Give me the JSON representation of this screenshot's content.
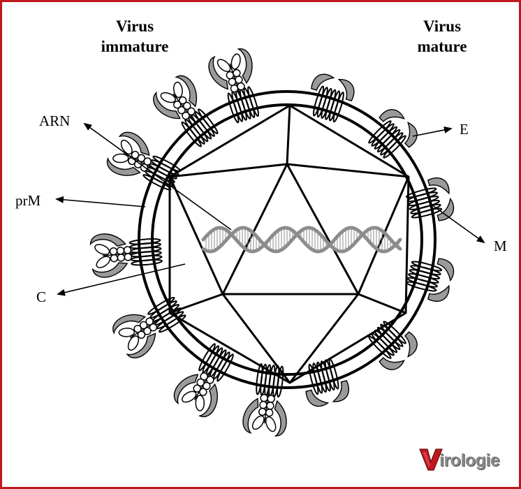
{
  "header_left": {
    "line1": "Virus",
    "line2": "immature"
  },
  "header_right": {
    "line1": "Virus",
    "line2": "mature"
  },
  "labels": {
    "arn": "ARN",
    "e": "E",
    "prm": "prM",
    "m": "M",
    "c": "C"
  },
  "logo": {
    "text": "irologie",
    "letter": "V"
  },
  "colors": {
    "frame": "#c0181f",
    "protein_fill": "#9a9a9a",
    "rna": "#8c8c8c",
    "stroke": "#000000"
  }
}
